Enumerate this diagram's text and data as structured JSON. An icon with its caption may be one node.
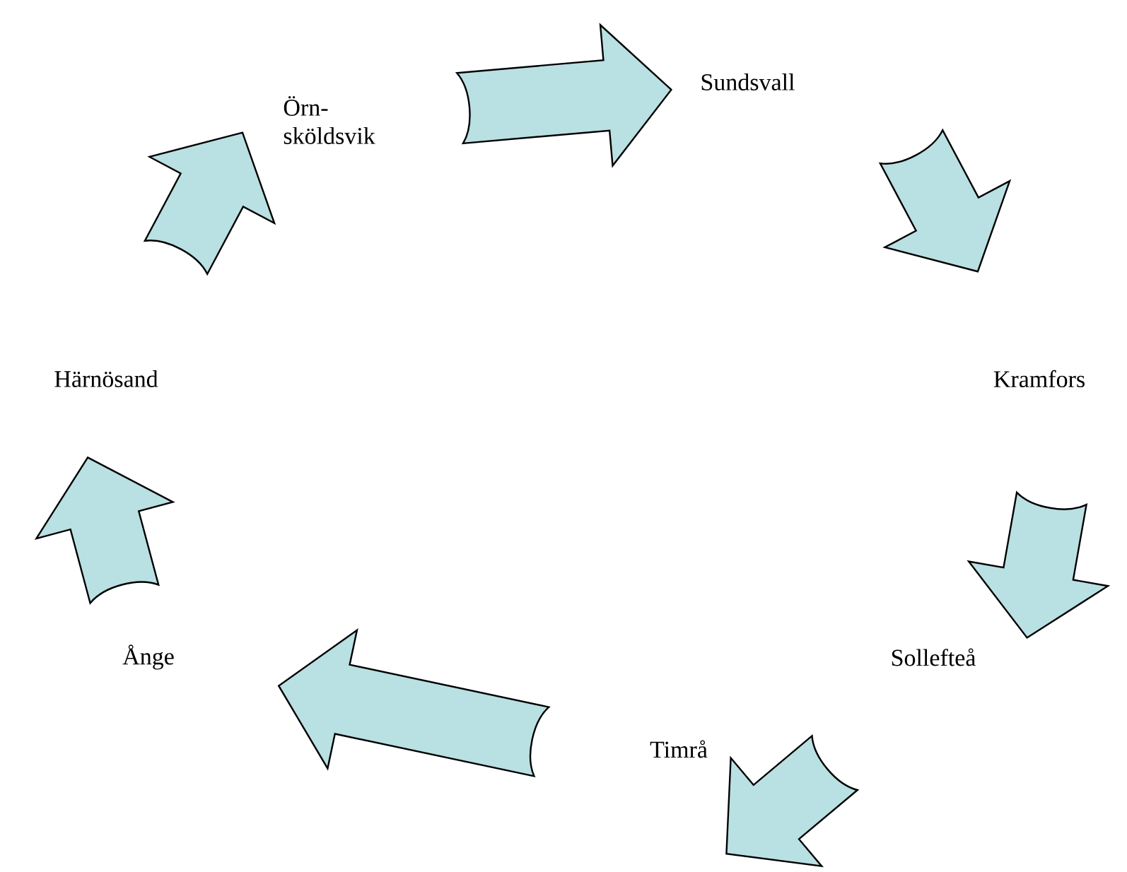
{
  "diagram": {
    "nodes": [
      {
        "text": [
          "Örn- sköldsvik"
        ]
      },
      {
        "text": [
          "Sundsvall"
        ]
      },
      {
        "text": [
          "Kramfors"
        ]
      },
      {
        "text": [
          "Sollefteå"
        ]
      },
      {
        "text": [
          "Timrå"
        ]
      },
      {
        "text": [
          "Ånge"
        ]
      },
      {
        "text": [
          "Härnösand"
        ]
      }
    ],
    "edges": [
      {
        "from": 0,
        "to": 1,
        "arrow": "to"
      },
      {
        "from": 1,
        "to": 2,
        "arrow": "to"
      },
      {
        "from": 2,
        "to": 3,
        "arrow": "to"
      },
      {
        "from": 3,
        "to": 4,
        "arrow": "to"
      },
      {
        "from": 4,
        "to": 5,
        "arrow": "to"
      },
      {
        "from": 5,
        "to": 6,
        "arrow": "to"
      },
      {
        "from": 6,
        "to": 0,
        "arrow": "to"
      }
    ]
  }
}
